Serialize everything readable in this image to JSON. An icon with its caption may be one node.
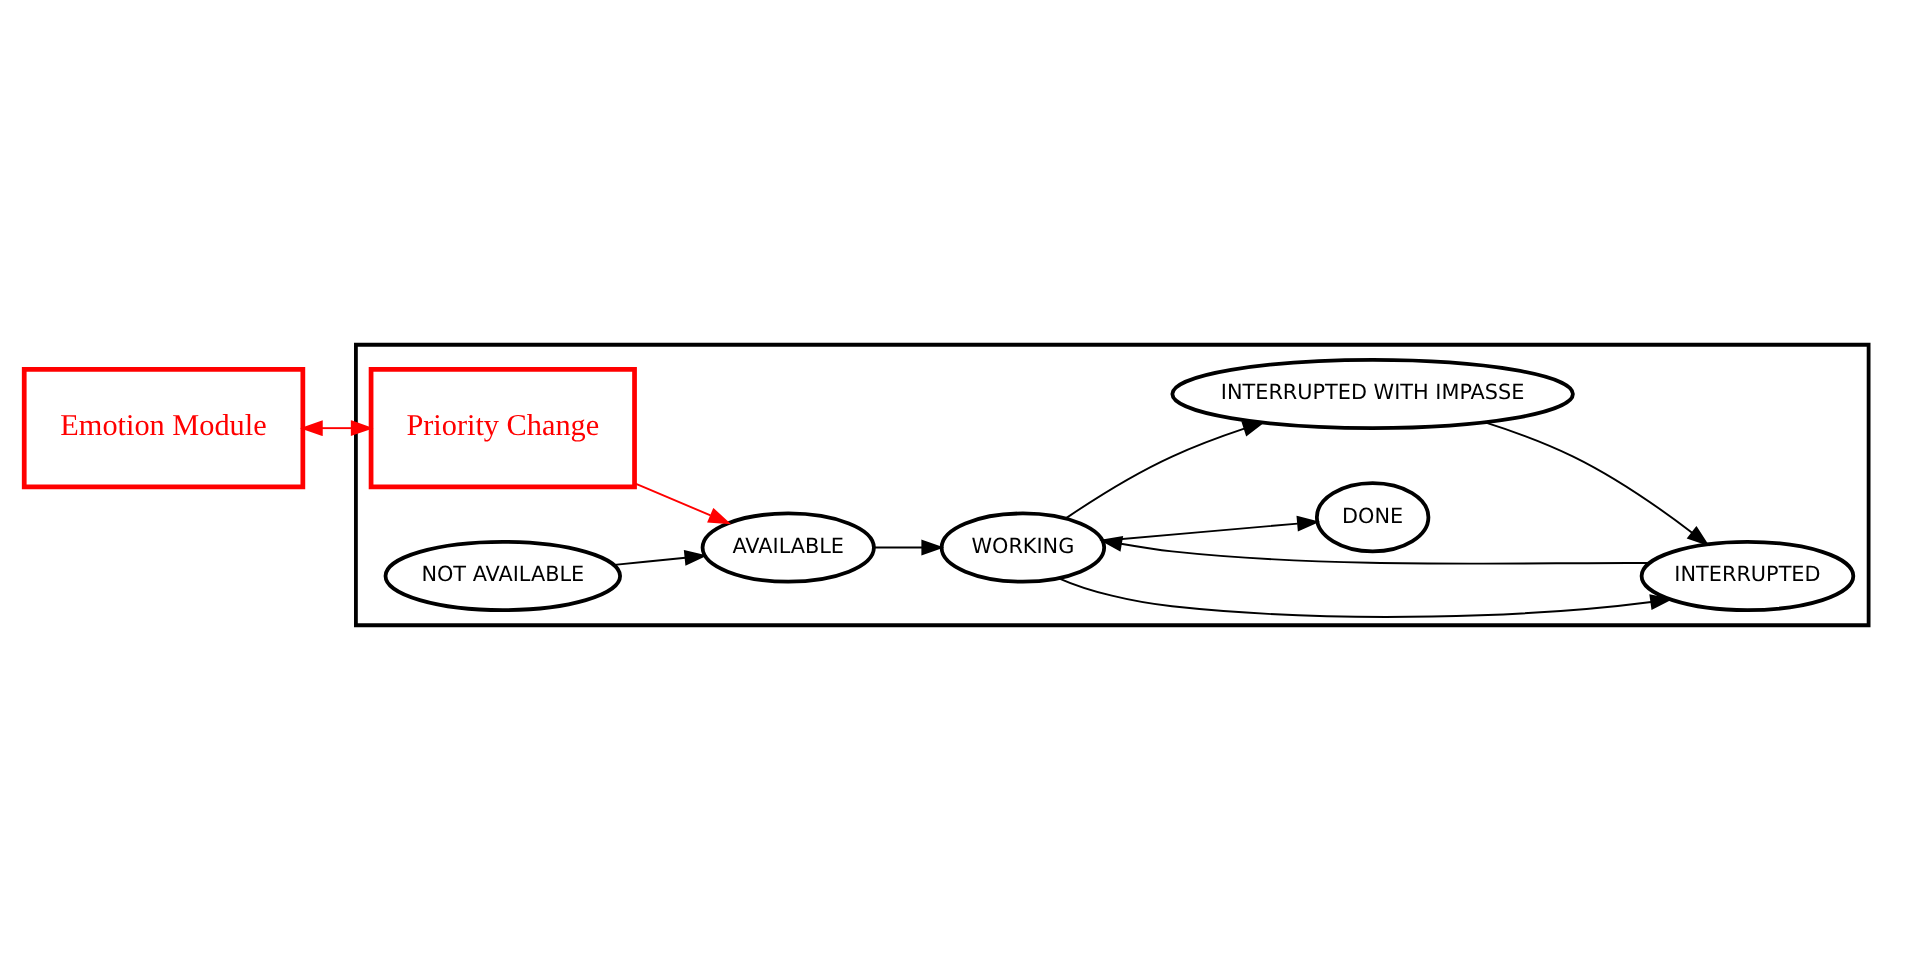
{
  "diagram": {
    "nodes": [
      {
        "text": [
          "Emotion Module"
        ]
      },
      {
        "text": [],
        "shape": "box"
      },
      {
        "text": [
          "Priority Change"
        ],
        "in": 1
      },
      {
        "text": [
          "NOT AVAILABLE"
        ],
        "in": 1
      },
      {
        "text": [
          "AVAILABLE"
        ],
        "in": 1
      },
      {
        "text": [
          "WORKING"
        ],
        "in": 1
      },
      {
        "text": [
          "INTERRUPTED"
        ],
        "in": 1
      },
      {
        "text": [
          "DONE"
        ],
        "in": 1
      },
      {
        "text": [
          "INTERRUPTED WITH IMPASSE"
        ],
        "in": 1
      }
    ],
    "edges": [
      {
        "from": 0,
        "to": 2,
        "arrow": "both",
        "color": "#ff0000"
      },
      {
        "from": 2,
        "to": 4,
        "arrow": "to",
        "color": "#ff0000"
      },
      {
        "from": 3,
        "to": 4,
        "arrow": "to"
      },
      {
        "from": 4,
        "to": 5,
        "arrow": "to"
      },
      {
        "from": 6,
        "to": 5,
        "arrow": "to"
      },
      {
        "from": 5,
        "to": 6,
        "arrow": "to"
      },
      {
        "from": 5,
        "to": 7,
        "arrow": "to"
      },
      {
        "from": 5,
        "to": 8,
        "arrow": "to"
      },
      {
        "from": 8,
        "to": 6,
        "arrow": "to"
      }
    ]
  }
}
